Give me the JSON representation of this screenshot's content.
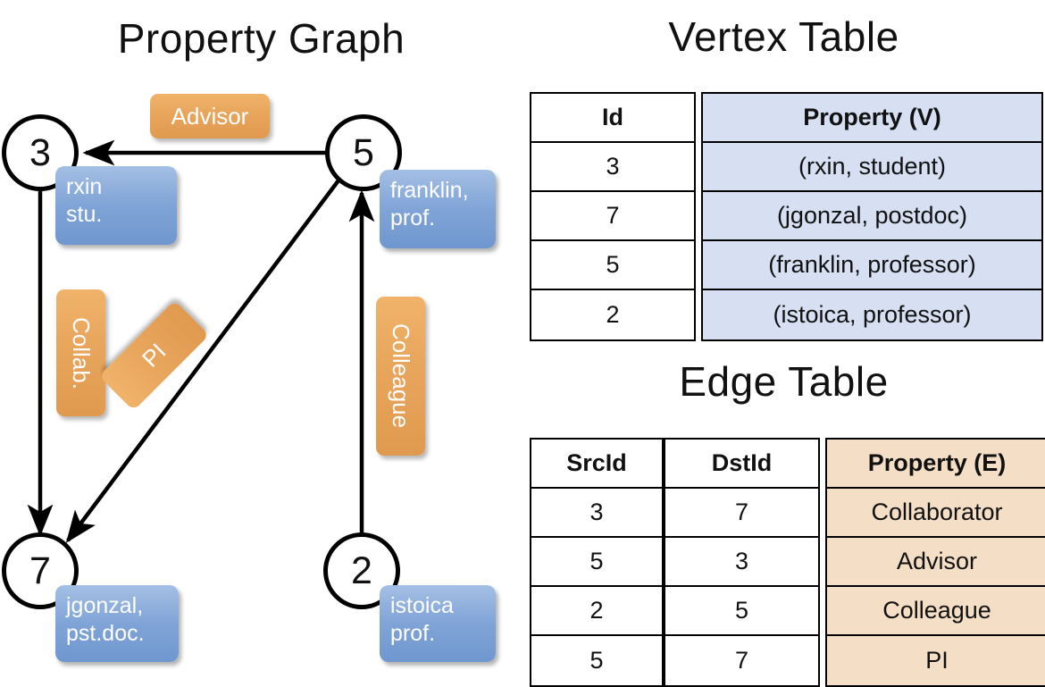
{
  "titles": {
    "property_graph": "Property Graph",
    "vertex_table": "Vertex Table",
    "edge_table": "Edge Table"
  },
  "graph": {
    "nodes": [
      {
        "id": "3",
        "property": "rxin\nstu."
      },
      {
        "id": "5",
        "property": "franklin,\nprof."
      },
      {
        "id": "7",
        "property": "jgonzal,\npst.doc."
      },
      {
        "id": "2",
        "property": "istoica\nprof."
      }
    ],
    "node_labels": {
      "n3": "3",
      "n5": "5",
      "n7": "7",
      "n2": "2"
    },
    "node_props": {
      "n3_line1": "rxin",
      "n3_line2": "stu.",
      "n5_line1": "franklin,",
      "n5_line2": "prof.",
      "n7_line1": "jgonzal,",
      "n7_line2": "pst.doc.",
      "n2_line1": "istoica",
      "n2_line2": "prof."
    },
    "edge_labels": {
      "advisor": "Advisor",
      "collab": "Collab.",
      "pi": "PI",
      "colleague": "Colleague"
    },
    "edges": [
      {
        "src": "5",
        "dst": "3",
        "label": "Advisor"
      },
      {
        "src": "3",
        "dst": "7",
        "label": "Collab."
      },
      {
        "src": "5",
        "dst": "7",
        "label": "PI"
      },
      {
        "src": "2",
        "dst": "5",
        "label": "Colleague"
      }
    ]
  },
  "vertex_table": {
    "headers": {
      "id": "Id",
      "property": "Property (V)"
    },
    "rows": [
      {
        "id": "3",
        "property": "(rxin, student)"
      },
      {
        "id": "7",
        "property": "(jgonzal, postdoc)"
      },
      {
        "id": "5",
        "property": "(franklin, professor)"
      },
      {
        "id": "2",
        "property": "(istoica, professor)"
      }
    ]
  },
  "edge_table": {
    "headers": {
      "src": "SrcId",
      "dst": "DstId",
      "property": "Property (E)"
    },
    "rows": [
      {
        "src": "3",
        "dst": "7",
        "property": "Collaborator"
      },
      {
        "src": "5",
        "dst": "3",
        "property": "Advisor"
      },
      {
        "src": "2",
        "dst": "5",
        "property": "Colleague"
      },
      {
        "src": "5",
        "dst": "7",
        "property": "PI"
      }
    ]
  },
  "colors": {
    "vertex_property_bg": "#d6e0f2",
    "edge_property_bg": "#f4dfc6",
    "node_property_box": "#7fa3d6",
    "edge_label_box": "#e8a55c",
    "stroke": "#000000"
  }
}
